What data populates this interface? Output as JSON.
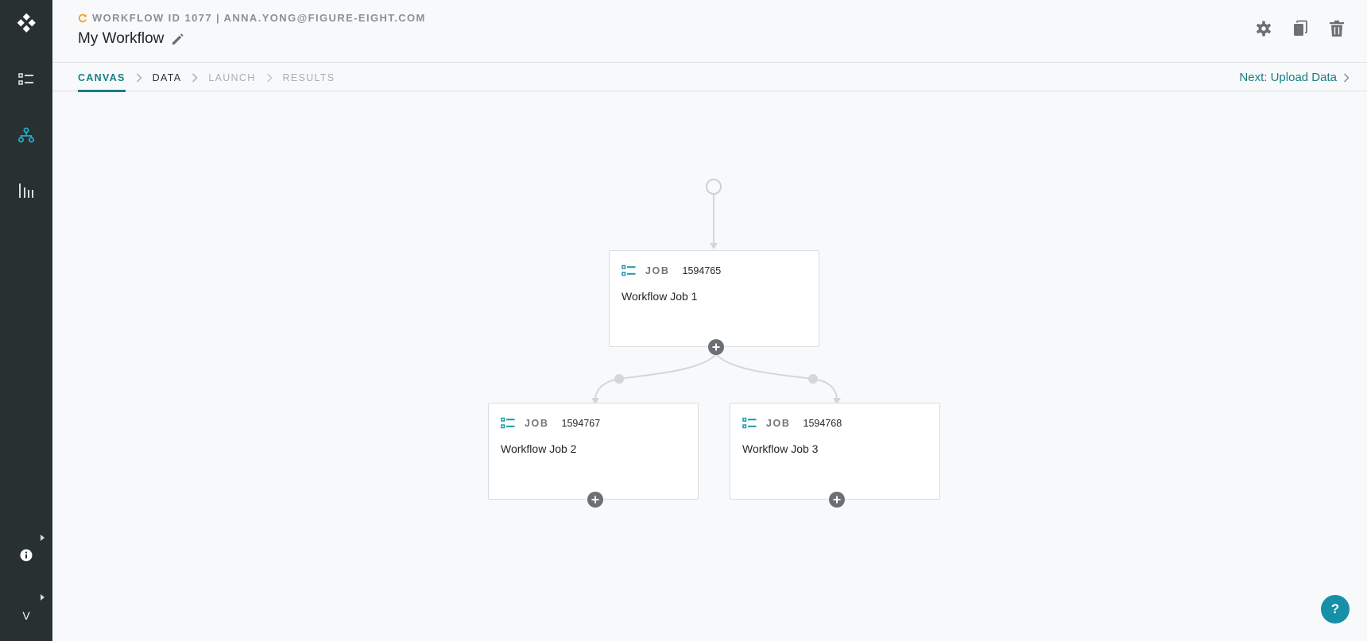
{
  "sidebar": {
    "items": [
      {
        "name": "logo",
        "icon": "diamond-logo-icon"
      },
      {
        "name": "jobs",
        "icon": "list-icon"
      },
      {
        "name": "workflows",
        "icon": "workflow-tree-icon",
        "active": true
      },
      {
        "name": "reports",
        "icon": "bar-chart-icon"
      },
      {
        "name": "info",
        "icon": "info-icon"
      }
    ],
    "user_initial": "V"
  },
  "header": {
    "meta": "WORKFLOW ID 1077 | ANNA.YONG@FIGURE-EIGHT.COM",
    "title": "My Workflow",
    "actions": [
      {
        "name": "settings",
        "icon": "gear-icon"
      },
      {
        "name": "copy",
        "icon": "copy-icon"
      },
      {
        "name": "delete",
        "icon": "trash-icon"
      }
    ]
  },
  "tabs": [
    {
      "label": "CANVAS",
      "state": "active"
    },
    {
      "label": "DATA",
      "state": "enabled"
    },
    {
      "label": "LAUNCH",
      "state": "disabled"
    },
    {
      "label": "RESULTS",
      "state": "disabled"
    }
  ],
  "next_link": "Next: Upload Data",
  "jobs": [
    {
      "type": "JOB",
      "id": "1594765",
      "name": "Workflow Job 1"
    },
    {
      "type": "JOB",
      "id": "1594767",
      "name": "Workflow Job 2"
    },
    {
      "type": "JOB",
      "id": "1594768",
      "name": "Workflow Job 3"
    }
  ],
  "help_label": "?",
  "colors": {
    "accent": "#167f84",
    "sidebar_bg": "#283032",
    "sidebar_active_icon": "#1fb0c9",
    "help_bg": "#1590a6",
    "refresh_icon": "#f0a020",
    "node_gray": "#6b7076"
  }
}
